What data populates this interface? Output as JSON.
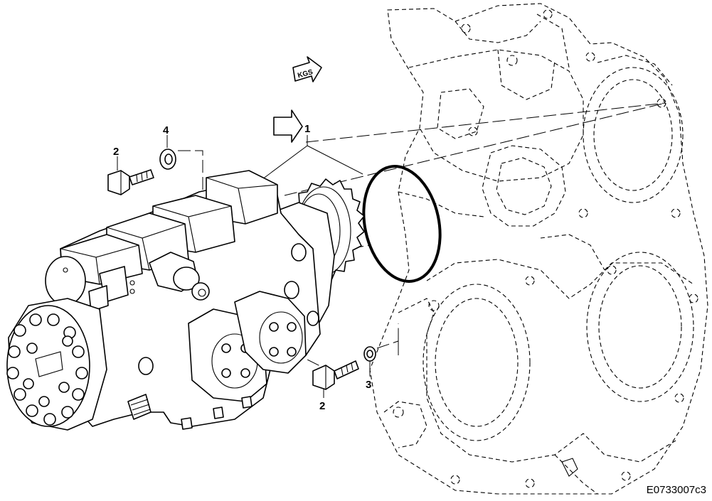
{
  "figure": {
    "reference_code": "E0733007c3",
    "direction_symbol": "KGS",
    "callouts": [
      {
        "id": "callout-1",
        "label": "1"
      },
      {
        "id": "callout-2-top",
        "label": "2"
      },
      {
        "id": "callout-4",
        "label": "4"
      },
      {
        "id": "callout-2-bottom",
        "label": "2"
      },
      {
        "id": "callout-3",
        "label": "3"
      }
    ]
  }
}
